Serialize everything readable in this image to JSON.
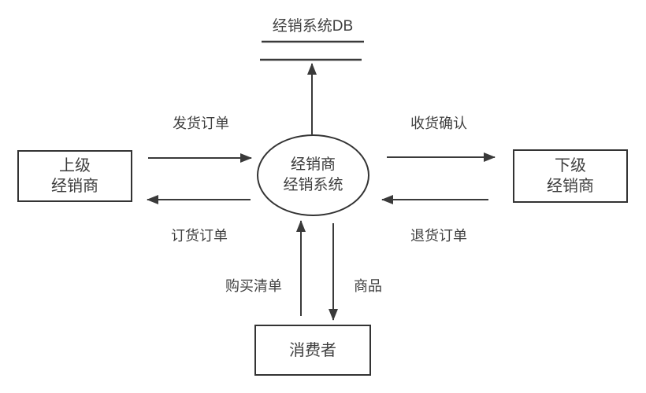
{
  "diagram": {
    "type": "data-flow-diagram",
    "datastore": {
      "label": "经销系统DB"
    },
    "process": {
      "label_line1": "经销商",
      "label_line2": "经销系统"
    },
    "entities": {
      "upstream": {
        "line1": "上级",
        "line2": "经销商"
      },
      "downstream": {
        "line1": "下级",
        "line2": "经销商"
      },
      "consumer": {
        "label": "消费者"
      }
    },
    "flows": {
      "ship_order": {
        "label": "发货订单",
        "from": "上级经销商",
        "to": "经销商经销系统"
      },
      "order_order": {
        "label": "订货订单",
        "from": "经销商经销系统",
        "to": "上级经销商"
      },
      "receive_confirm": {
        "label": "收货确认",
        "from": "经销商经销系统",
        "to": "下级经销商"
      },
      "return_order": {
        "label": "退货订单",
        "from": "下级经销商",
        "to": "经销商经销系统"
      },
      "purchase_list": {
        "label": "购买清单",
        "from": "消费者",
        "to": "经销商经销系统"
      },
      "goods": {
        "label": "商品",
        "from": "经销商经销系统",
        "to": "消费者"
      },
      "db_write": {
        "label": "",
        "from": "经销商经销系统",
        "to": "经销系统DB"
      }
    },
    "colors": {
      "line": "#3a3a3a",
      "border": "#333333",
      "text": "#3f3f3f",
      "background": "#ffffff"
    }
  }
}
